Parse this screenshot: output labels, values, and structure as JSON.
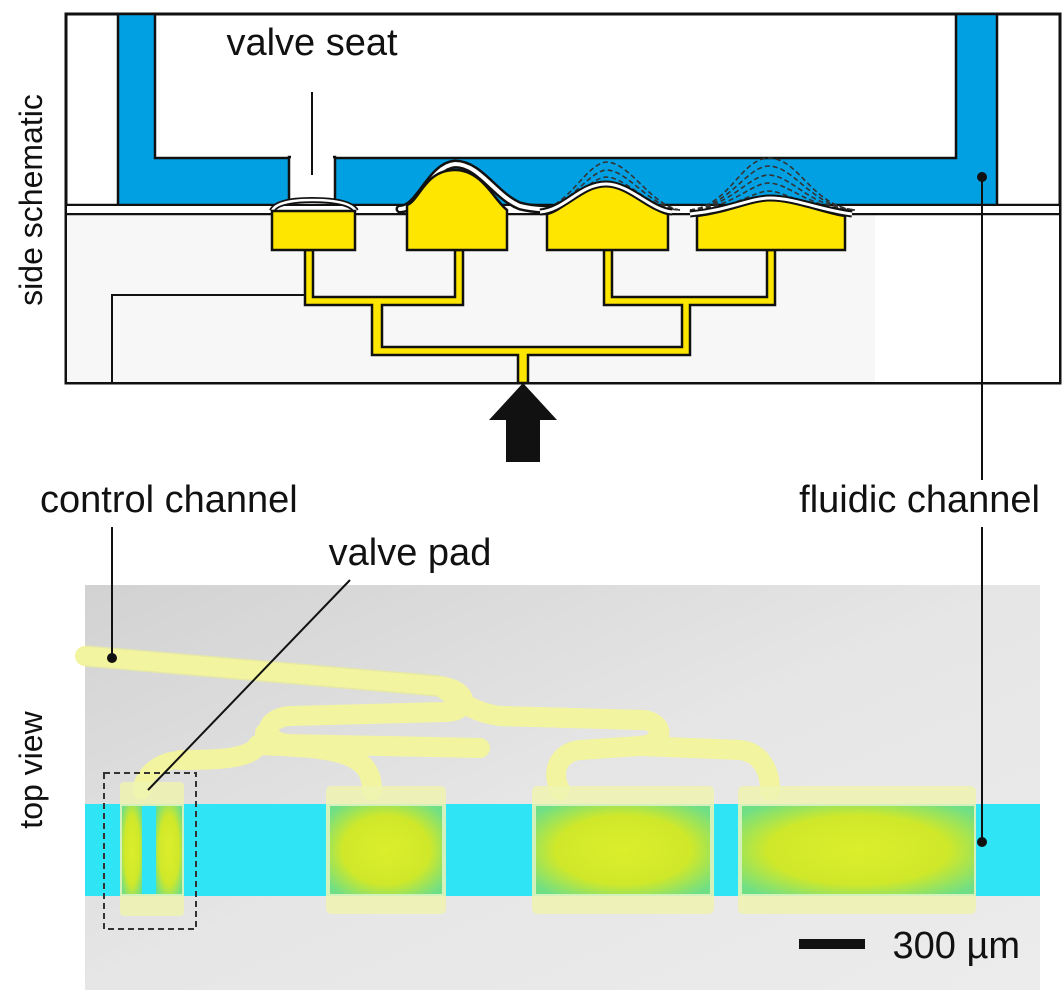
{
  "labels": {
    "side_schematic": "side schematic",
    "top_view": "top view",
    "valve_seat": "valve seat",
    "control_channel": "control channel",
    "fluidic_channel": "fluidic channel",
    "valve_pad": "valve pad",
    "scale_bar": "300 µm"
  },
  "colors": {
    "fluidic": "#00a0e3",
    "control": "#ffe600",
    "substrate": "#f7f7f7",
    "outline": "#111111",
    "photo_bg": "#dcdcdc",
    "photo_fluidic": "#2ee4f5",
    "photo_control": "#f6f7a0",
    "photo_pad_core": "#d6ec2a",
    "photo_pad_edge": "#7fe07a"
  },
  "icons": {
    "pressure_arrow": "up-arrow-icon"
  }
}
